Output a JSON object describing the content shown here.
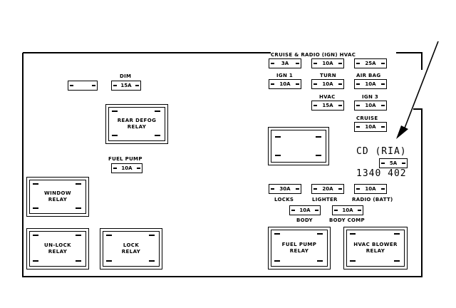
{
  "diagram": {
    "top_header": "CRUISE & RADIO (IGN) HVAC",
    "fuses": {
      "dim": {
        "label": "DIM",
        "rating": "15A"
      },
      "small_top_left": {
        "label": "",
        "rating": ""
      },
      "cruise_radio": {
        "rating": "3A"
      },
      "radio_ign": {
        "rating": "10A"
      },
      "hvac_top": {
        "rating": "25A"
      },
      "ign1": {
        "label": "IGN 1",
        "rating": "10A"
      },
      "turn": {
        "label": "TURN",
        "rating": "10A"
      },
      "air_bag": {
        "label": "AIR BAG",
        "rating": "10A"
      },
      "hvac": {
        "label": "HVAC",
        "rating": "15A"
      },
      "ign3": {
        "label": "IGN 3",
        "rating": "10A"
      },
      "cruise": {
        "label": "CRUISE",
        "rating": "10A"
      },
      "fuel_pump": {
        "label": "FUEL PUMP",
        "rating": "10A"
      },
      "cd": {
        "rating": "5A"
      },
      "locks": {
        "label": "LOCKS",
        "rating": "30A"
      },
      "lighter": {
        "label": "LIGHTER",
        "rating": "20A"
      },
      "radio_batt": {
        "label": "RADIO (BATT)",
        "rating": "10A"
      },
      "body": {
        "label": "BODY",
        "rating": "10A"
      },
      "body_comp": {
        "label": "BODY COMP",
        "rating": "10A"
      }
    },
    "relays": {
      "rear_defog": {
        "line1": "REAR DEFOG",
        "line2": "RELAY"
      },
      "window": {
        "line1": "WINDOW",
        "line2": "RELAY"
      },
      "unlock": {
        "line1": "UN-LOCK",
        "line2": "RELAY"
      },
      "lock": {
        "line1": "LOCK",
        "line2": "RELAY"
      },
      "fuel_pump": {
        "line1": "FUEL PUMP",
        "line2": "RELAY"
      },
      "hvac_blower": {
        "line1": "HVAC BLOWER",
        "line2": "RELAY"
      },
      "blank": {
        "line1": "",
        "line2": ""
      }
    },
    "handwritten": {
      "cd_label": "CD (RIA)",
      "number": "1340 402"
    }
  }
}
